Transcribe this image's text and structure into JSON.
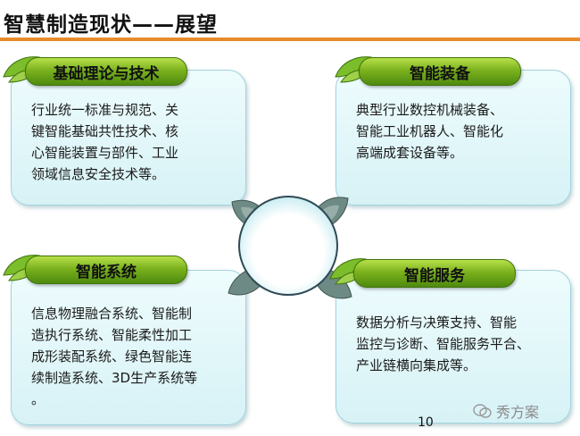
{
  "title": "智慧制造现状——展望",
  "cards": [
    {
      "heading": "基础理论与技术",
      "body": "行业统一标准与规范、关\n键智能基础共性技术、核\n心智能装置与部件、工业\n领域信息安全技术等。"
    },
    {
      "heading": "智能装备",
      "body": "典型行业数控机械装备、\n智能工业机器人、智能化\n高端成套设备等。"
    },
    {
      "heading": "智能系统",
      "body": "信息物理融合系统、智能制\n造执行系统、智能柔性加工\n成形装配系统、绿色智能连\n续制造系统、3D生产系统等\n。"
    },
    {
      "heading": "智能服务",
      "body": "数据分析与决策支持、智能\n监控与诊断、智能服务平合、\n产业链横向集成等。"
    }
  ],
  "page_number": "10",
  "watermark": "秀方案",
  "colors": {
    "accent_rule": "#e98b2a",
    "pill_green": "#7bb21e",
    "card_bg": "#e3f6f8"
  }
}
